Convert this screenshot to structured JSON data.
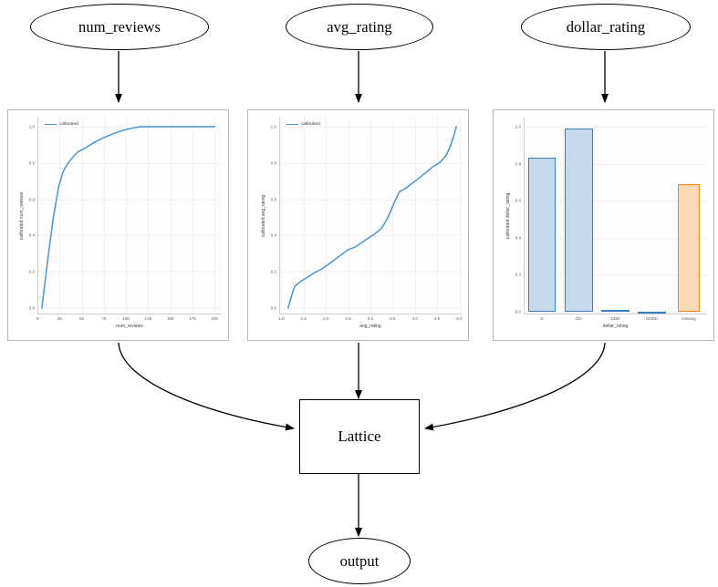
{
  "graph": {
    "input_nodes": [
      {
        "id": "num_reviews",
        "label": "num_reviews"
      },
      {
        "id": "avg_rating",
        "label": "avg_rating"
      },
      {
        "id": "dollar_rating",
        "label": "dollar_rating"
      }
    ],
    "lattice_label": "Lattice",
    "output_label": "output"
  },
  "colors": {
    "line": "#4d94cd",
    "bar_fill_blue": "#c5d8ec",
    "bar_edge_blue": "#3a7ebf",
    "bar_fill_orange": "#fdd9b5",
    "bar_edge_orange": "#f5851f",
    "panel_border": "#b8b8b8",
    "grid": "#f1f1f1",
    "edge": "#000000"
  },
  "chart_data": [
    {
      "type": "line",
      "title": "",
      "xlabel": "num_reviews",
      "ylabel": "calibrated num_reviews",
      "legend": [
        "calibrated"
      ],
      "legend_position": "upper left",
      "grid": true,
      "xlim": [
        0,
        208
      ],
      "ylim": [
        -0.03,
        1.05
      ],
      "xticks": [
        0,
        25,
        50,
        75,
        100,
        125,
        150,
        175,
        200
      ],
      "xticklabels": [
        "0",
        "25",
        "50",
        "75",
        "100",
        "125",
        "150",
        "175",
        "200"
      ],
      "yticks": [
        0.0,
        0.2,
        0.4,
        0.6,
        0.8,
        1.0
      ],
      "yticklabels": [
        "0.0",
        "0.2",
        "0.4",
        "0.6",
        "0.8",
        "1.0"
      ],
      "series": [
        {
          "name": "calibrated",
          "x": [
            5,
            12,
            18,
            24,
            29,
            34,
            40,
            46,
            55,
            65,
            75,
            85,
            95,
            105,
            115,
            130,
            150,
            170,
            190,
            200
          ],
          "y": [
            0.0,
            0.28,
            0.5,
            0.67,
            0.752,
            0.795,
            0.832,
            0.862,
            0.885,
            0.916,
            0.94,
            0.96,
            0.977,
            0.99,
            0.999,
            1.0,
            1.0,
            1.0,
            1.0,
            1.0
          ]
        }
      ]
    },
    {
      "type": "line",
      "title": "",
      "xlabel": "avg_rating",
      "ylabel": "calibrated avg_rating",
      "legend": [
        "calibrated"
      ],
      "legend_position": "upper left",
      "grid": true,
      "xlim": [
        0.95,
        5.05
      ],
      "ylim": [
        -0.03,
        1.05
      ],
      "xticks": [
        1.0,
        1.5,
        2.0,
        2.5,
        3.0,
        3.5,
        4.0,
        4.5,
        5.0
      ],
      "xticklabels": [
        "1.0",
        "1.5",
        "2.0",
        "2.5",
        "3.0",
        "3.5",
        "4.0",
        "4.5",
        "5.0"
      ],
      "yticks": [
        0.0,
        0.2,
        0.4,
        0.6,
        0.8,
        1.0
      ],
      "yticklabels": [
        "0.0",
        "0.2",
        "0.4",
        "0.6",
        "0.8",
        "1.0"
      ],
      "series": [
        {
          "name": "calibrated",
          "x": [
            1.15,
            1.25,
            1.3,
            1.45,
            1.6,
            1.75,
            1.9,
            2.05,
            2.2,
            2.35,
            2.5,
            2.65,
            2.8,
            2.95,
            3.1,
            3.25,
            3.35,
            3.45,
            3.55,
            3.65,
            3.8,
            3.95,
            4.1,
            4.25,
            4.4,
            4.55,
            4.7,
            4.8,
            4.88,
            4.93
          ],
          "y": [
            0.0,
            0.085,
            0.12,
            0.15,
            0.172,
            0.196,
            0.215,
            0.24,
            0.268,
            0.295,
            0.322,
            0.336,
            0.36,
            0.385,
            0.41,
            0.44,
            0.48,
            0.53,
            0.59,
            0.64,
            0.662,
            0.69,
            0.718,
            0.748,
            0.778,
            0.8,
            0.84,
            0.895,
            0.955,
            1.0
          ]
        }
      ]
    },
    {
      "type": "bar",
      "title": "",
      "xlabel": "dollar_rating",
      "ylabel": "calibrated dollar_rating",
      "grid": true,
      "categories": [
        "D",
        "DD",
        "DDD",
        "DDDD",
        "missing"
      ],
      "values": [
        0.835,
        0.993,
        0.008,
        0.0,
        0.692
      ],
      "bar_colors": [
        "blue",
        "blue",
        "blue",
        "blue",
        "orange"
      ],
      "ylim": [
        -0.01,
        1.05
      ],
      "yticks": [
        0.0,
        0.2,
        0.4,
        0.6,
        0.8,
        1.0
      ],
      "yticklabels": [
        "0.0",
        "0.2",
        "0.4",
        "0.6",
        "0.8",
        "1.0"
      ],
      "xticklabels": [
        "D",
        "DD",
        "DDD",
        "DDDD",
        "missing"
      ]
    }
  ]
}
